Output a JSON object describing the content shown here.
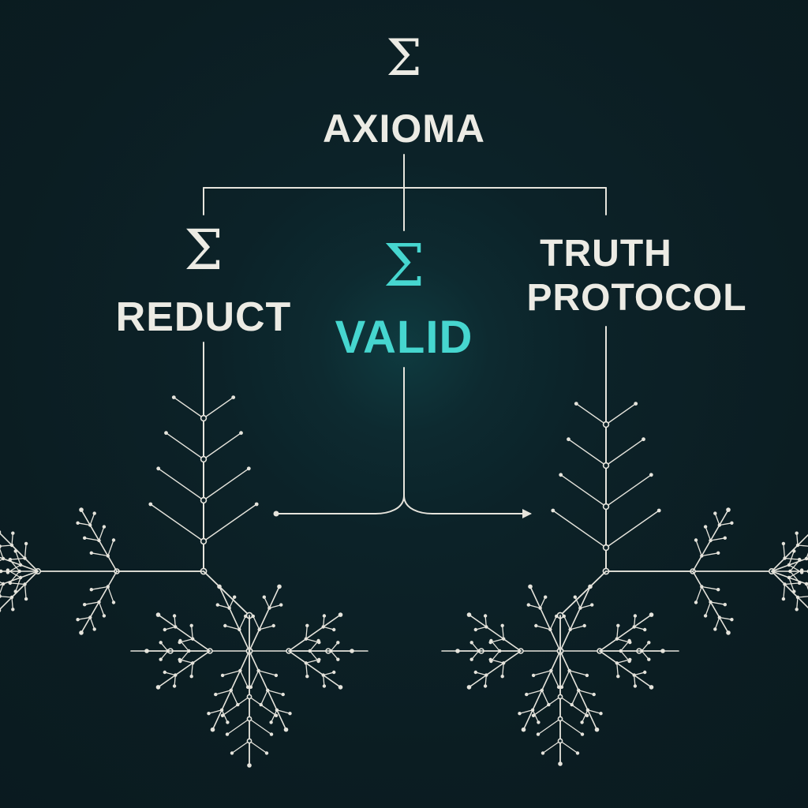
{
  "root": {
    "symbol": "Σ",
    "label": "AXIOMA"
  },
  "branches": [
    {
      "id": "reduct",
      "symbol": "Σ",
      "label": "REDUCT"
    },
    {
      "id": "valid",
      "symbol": "Σ",
      "label": "VALID",
      "highlighted": true
    },
    {
      "id": "truth",
      "label_lines": [
        "TRUTH",
        "PROTOCOL"
      ]
    }
  ],
  "colors": {
    "background": "#0b1d22",
    "lines": "#e6e4dc",
    "text": "#ecebe4",
    "accent": "#46d6cf",
    "glow": "#0f3b40"
  },
  "connector": "bracket arrow from VALID spanning left tree to right tree"
}
